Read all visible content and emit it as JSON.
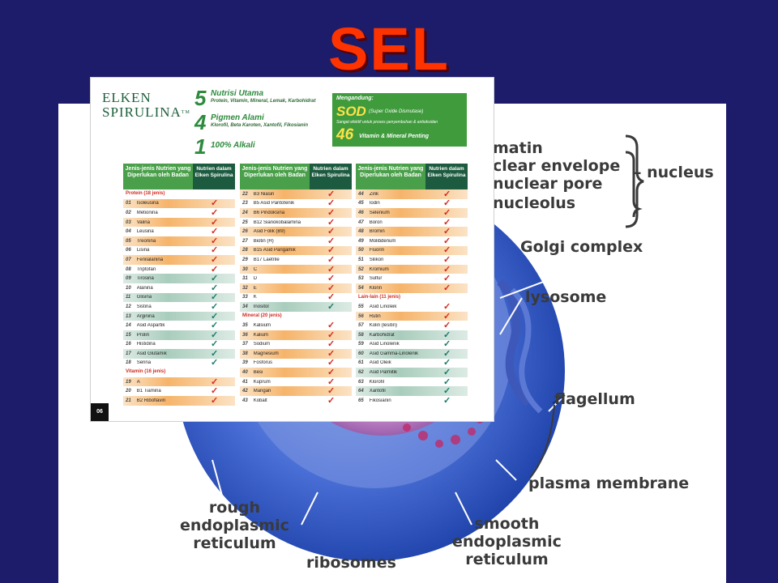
{
  "slide": {
    "title": "SEL"
  },
  "cell_labels": {
    "chromatin": "matin",
    "nuclear_envelope": "clear envelope",
    "nuclear_pore": "nuclear pore",
    "nucleolus": "nucleolus",
    "nucleus": "– nucleus",
    "golgi": "Golgi complex",
    "lysosome": "lysosome",
    "flagellum": "flagellum",
    "plasma_membrane": "plasma membrane",
    "rough_er": "rough\nendoplasmic\nreticulum",
    "ribosomes": "ribosomes",
    "smooth_er": "smooth\nendoplasmic\nreticulum"
  },
  "card": {
    "brand_line1": "ELKEN",
    "brand_line2": "SPIRULINA",
    "brand_tm": "TM",
    "h1_num": "5",
    "h1_title": "Nutrisi Utama",
    "h1_sub": "Protein, Vitamin, Mineral, Lemak, Karbohidrat",
    "h2_num": "4",
    "h2_title": "Pigmen Alami",
    "h2_sub": "Klorofil, Beta Karoten, Xantofil, Fikosianin",
    "h3_num": "1",
    "h3_title": "100% Alkali",
    "sod_label": "Mengandung:",
    "sod": "SOD",
    "sod_full": "(Super Oxide Dismutase)",
    "sod_desc": "Sangat efektif untuk proses penyembuhan & antioksidan",
    "v46": "46",
    "v46_text": "Vitamin & Mineral Penting",
    "head_col1": "Jenis-jenis Nutrien yang Diperlukan oleh Badan",
    "head_col2": "Nutrien dalam Elken Spirulina",
    "page_number": "06"
  },
  "columns": [
    [
      {
        "section": "Protein (18 jenis)"
      },
      {
        "no": "01",
        "name": "Isoleusina",
        "c": "red"
      },
      {
        "no": "02",
        "name": "Metionina",
        "c": "red"
      },
      {
        "no": "03",
        "name": "Valina",
        "c": "red"
      },
      {
        "no": "04",
        "name": "Leusina",
        "c": "red"
      },
      {
        "no": "05",
        "name": "Treonina",
        "c": "red"
      },
      {
        "no": "06",
        "name": "Lisina",
        "c": "red"
      },
      {
        "no": "07",
        "name": "Fenilalanina",
        "c": "red"
      },
      {
        "no": "08",
        "name": "Triptofan",
        "c": "red"
      },
      {
        "no": "09",
        "name": "Tirosina",
        "c": "teal"
      },
      {
        "no": "10",
        "name": "Alanina",
        "c": "teal"
      },
      {
        "no": "11",
        "name": "Glisina",
        "c": "teal"
      },
      {
        "no": "12",
        "name": "Sistina",
        "c": "teal"
      },
      {
        "no": "13",
        "name": "Arginina",
        "c": "teal"
      },
      {
        "no": "14",
        "name": "Asid Aspartik",
        "c": "teal"
      },
      {
        "no": "15",
        "name": "Prolin",
        "c": "teal"
      },
      {
        "no": "16",
        "name": "Histidina",
        "c": "teal"
      },
      {
        "no": "17",
        "name": "Asid Glutamik",
        "c": "teal"
      },
      {
        "no": "18",
        "name": "Serina",
        "c": "teal"
      },
      {
        "section": "Vitamin (16 jenis)"
      },
      {
        "no": "19",
        "name": "A",
        "c": "red"
      },
      {
        "no": "20",
        "name": "B1 Tiamina",
        "c": "red"
      },
      {
        "no": "21",
        "name": "B2 Riboflavin",
        "c": "red"
      }
    ],
    [
      {
        "no": "22",
        "name": "B3 Niasin",
        "c": "red"
      },
      {
        "no": "23",
        "name": "B5 Asid Pantotenik",
        "c": "red"
      },
      {
        "no": "24",
        "name": "B6 Piridoksina",
        "c": "red"
      },
      {
        "no": "25",
        "name": "B12 Sianokobalamina",
        "c": "red"
      },
      {
        "no": "26",
        "name": "Asid Folik (B9)",
        "c": "red"
      },
      {
        "no": "27",
        "name": "Biotin (H)",
        "c": "red"
      },
      {
        "no": "28",
        "name": "B15 Asid Pangamik",
        "c": "red"
      },
      {
        "no": "29",
        "name": "B17 Laetrile",
        "c": "red"
      },
      {
        "no": "30",
        "name": "C",
        "c": "red"
      },
      {
        "no": "31",
        "name": "D",
        "c": "red"
      },
      {
        "no": "32",
        "name": "E",
        "c": "red"
      },
      {
        "no": "33",
        "name": "K",
        "c": "red"
      },
      {
        "no": "34",
        "name": "Inositol",
        "c": "teal"
      },
      {
        "section": "Mineral (20 jenis)"
      },
      {
        "no": "35",
        "name": "Kalsium",
        "c": "red"
      },
      {
        "no": "36",
        "name": "Kalium",
        "c": "red"
      },
      {
        "no": "37",
        "name": "Sodium",
        "c": "red"
      },
      {
        "no": "38",
        "name": "Magnesium",
        "c": "red"
      },
      {
        "no": "39",
        "name": "Fosforus",
        "c": "red"
      },
      {
        "no": "40",
        "name": "Besi",
        "c": "red"
      },
      {
        "no": "41",
        "name": "Kuprum",
        "c": "red"
      },
      {
        "no": "42",
        "name": "Mangan",
        "c": "red"
      },
      {
        "no": "43",
        "name": "Kobalt",
        "c": "red"
      }
    ],
    [
      {
        "no": "44",
        "name": "Zink",
        "c": "red"
      },
      {
        "no": "45",
        "name": "Iodin",
        "c": "red"
      },
      {
        "no": "46",
        "name": "Selenium",
        "c": "red"
      },
      {
        "no": "47",
        "name": "Boron",
        "c": "red"
      },
      {
        "no": "48",
        "name": "Bromin",
        "c": "red"
      },
      {
        "no": "49",
        "name": "Molibdenum",
        "c": "red"
      },
      {
        "no": "50",
        "name": "Fluorin",
        "c": "red"
      },
      {
        "no": "51",
        "name": "Silikon",
        "c": "red"
      },
      {
        "no": "52",
        "name": "Kromium",
        "c": "red"
      },
      {
        "no": "53",
        "name": "Sulfur",
        "c": "red"
      },
      {
        "no": "54",
        "name": "Klorin",
        "c": "red"
      },
      {
        "section": "Lain-lain (11 jenis)"
      },
      {
        "no": "55",
        "name": "Asid Linoleik",
        "c": "red"
      },
      {
        "no": "56",
        "name": "Rutin",
        "c": "red"
      },
      {
        "no": "57",
        "name": "Kolin (lesitin)",
        "c": "red"
      },
      {
        "no": "58",
        "name": "Karbohidrat",
        "c": "teal"
      },
      {
        "no": "59",
        "name": "Asid Linolenik",
        "c": "teal"
      },
      {
        "no": "60",
        "name": "Asid Gamma-Linolenik",
        "c": "teal"
      },
      {
        "no": "61",
        "name": "Asid Oleik",
        "c": "teal"
      },
      {
        "no": "62",
        "name": "Asid Palmitik",
        "c": "teal"
      },
      {
        "no": "63",
        "name": "Klorofil",
        "c": "teal"
      },
      {
        "no": "64",
        "name": "Xantofil",
        "c": "teal"
      },
      {
        "no": "65",
        "name": "Fikosianin",
        "c": "teal"
      }
    ]
  ],
  "check_symbol": "✓",
  "colors": {
    "background": "#1c1c6b",
    "title": "#ff3300",
    "check_red": "#d22b1f",
    "check_teal": "#1a7a6a"
  }
}
